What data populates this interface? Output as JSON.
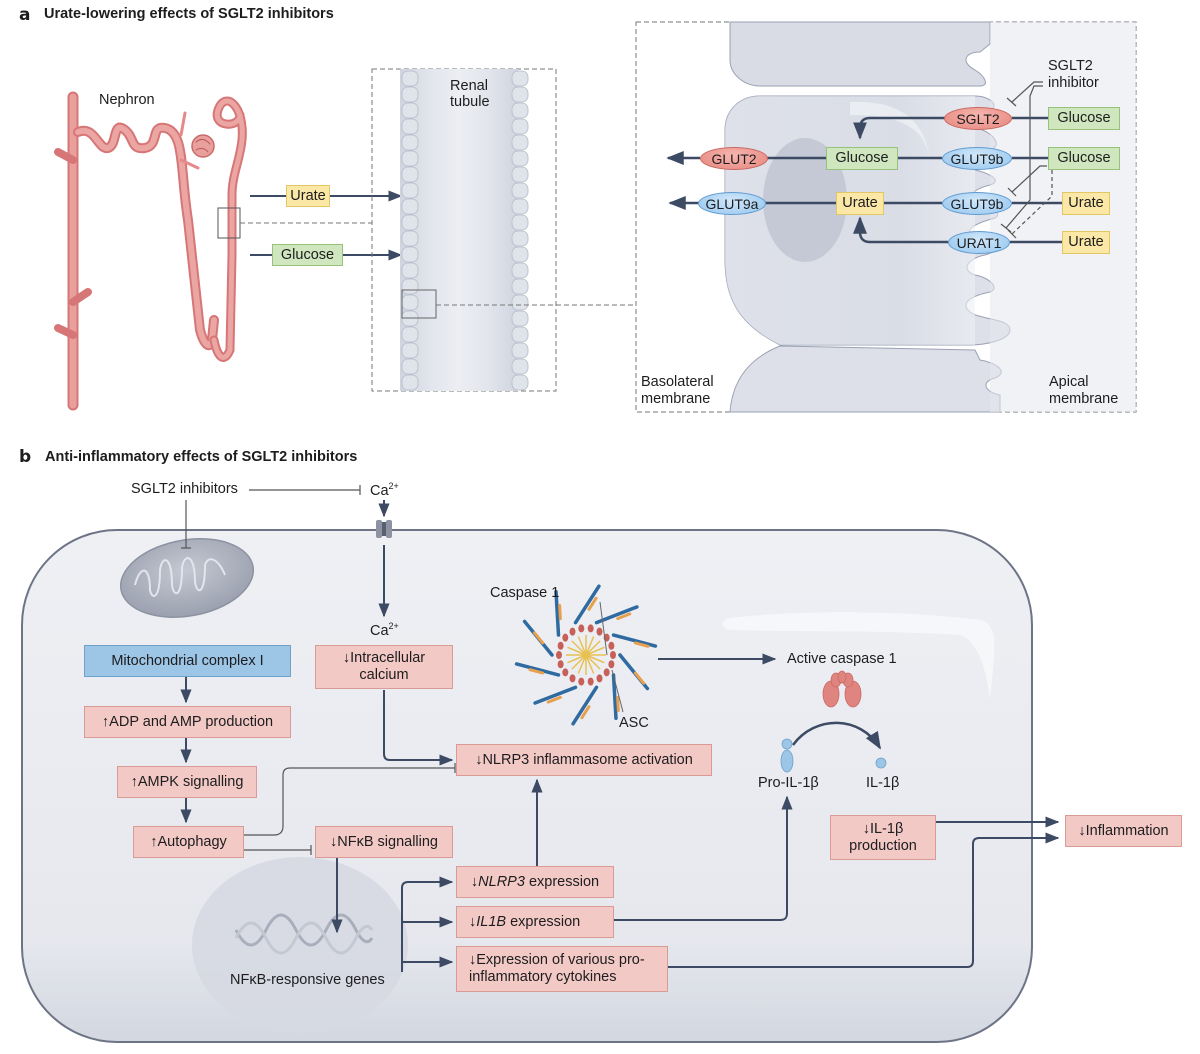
{
  "panel_a": {
    "letter": "a",
    "title": "Urate-lowering effects of SGLT2 inhibitors",
    "nephron_label": "Nephron",
    "renal_tubule_label_1": "Renal",
    "renal_tubule_label_2": "tubule",
    "arrows": {
      "urate": "Urate",
      "glucose": "Glucose"
    },
    "cell": {
      "inhibitor_label_1": "SGLT2",
      "inhibitor_label_2": "inhibitor",
      "transporters": {
        "sglt2": "SGLT2",
        "glut2": "GLUT2",
        "glut9b_1": "GLUT9b",
        "glut9a": "GLUT9a",
        "glut9b_2": "GLUT9b",
        "urat1": "URAT1"
      },
      "substrates": {
        "glucose_lumen_1": "Glucose",
        "glucose_lumen_2": "Glucose",
        "glucose_cell": "Glucose",
        "urate_cell": "Urate",
        "urate_lumen_1": "Urate",
        "urate_lumen_2": "Urate"
      },
      "basolateral_1": "Basolateral",
      "basolateral_2": "membrane",
      "apical_1": "Apical",
      "apical_2": "membrane"
    }
  },
  "panel_b": {
    "letter": "b",
    "title": "Anti-inflammatory effects of SGLT2 inhibitors",
    "sglt2_inhibitors": "SGLT2 inhibitors",
    "ca_ext": "Ca",
    "ca_int": "Ca",
    "ca_charge": "2+",
    "boxes": {
      "mito_complex": "Mitochondrial complex I",
      "adp_amp": "↑ADP and AMP production",
      "ampk": "↑AMPK signalling",
      "autophagy": "↑Autophagy",
      "intracellular_calcium_1": "↓Intracellular",
      "intracellular_calcium_2": "calcium",
      "nfkb_signalling": "↓NFκB signalling",
      "nlrp3_activation": "↓NLRP3 inflammasome activation",
      "nlrp3_expr_arrow": "↓",
      "nlrp3_expr_gene": "NLRP3",
      "nlrp3_expr_rest": " expression",
      "il1b_expr_arrow": "↓",
      "il1b_expr_gene": "IL1B",
      "il1b_expr_rest": " expression",
      "cytokines_1": "↓Expression of various pro-",
      "cytokines_2": "inflammatory cytokines",
      "il1b_production_1": "↓IL-1β",
      "il1b_production_2": "production",
      "inflammation": "↓Inflammation"
    },
    "labels": {
      "caspase1": "Caspase 1",
      "asc": "ASC",
      "active_caspase1": "Active caspase 1",
      "pro_il1b": "Pro-IL-1β",
      "il1b": "IL-1β",
      "nfkb_genes": "NFκB-responsive genes"
    }
  },
  "colors": {
    "arrow": "#3d4a63",
    "pink_box": "#f3c9c5",
    "blue_box": "#9cc5e6",
    "green_box": "#cfe6bf",
    "yellow_box": "#fbe7a6",
    "nephron": "#e48a8a",
    "cell_fill": "#e3e6ee"
  }
}
